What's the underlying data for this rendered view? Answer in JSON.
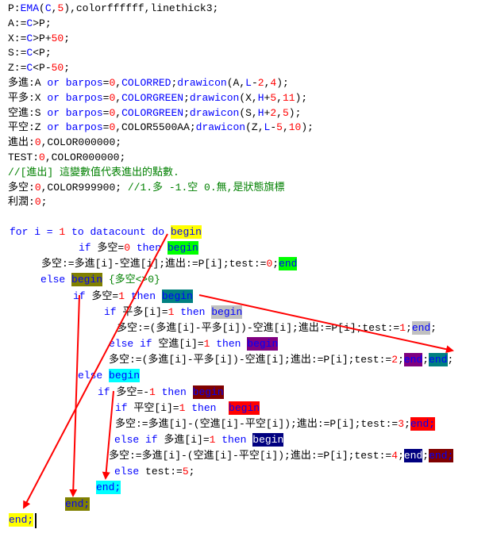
{
  "colors": {
    "keyword": "#0000ff",
    "number": "#ff0000",
    "comment": "#008000",
    "text": "#000000",
    "arrow": "#ff0000"
  },
  "lines": [
    [
      [
        "P:",
        "t"
      ],
      [
        "EMA",
        "k"
      ],
      [
        "(",
        "t"
      ],
      [
        "C",
        "k"
      ],
      [
        ",",
        "t"
      ],
      [
        "5",
        "n"
      ],
      [
        "),colorffffff,linethick3;",
        "t"
      ]
    ],
    [
      [
        "A:=",
        "t"
      ],
      [
        "C",
        "k"
      ],
      [
        ">P;",
        "t"
      ]
    ],
    [
      [
        "X:=",
        "t"
      ],
      [
        "C",
        "k"
      ],
      [
        ">P+",
        "t"
      ],
      [
        "50",
        "n"
      ],
      [
        ";",
        "t"
      ]
    ],
    [
      [
        "S:=",
        "t"
      ],
      [
        "C",
        "k"
      ],
      [
        "<P;",
        "t"
      ]
    ],
    [
      [
        "Z:=",
        "t"
      ],
      [
        "C",
        "k"
      ],
      [
        "<P-",
        "t"
      ],
      [
        "50",
        "n"
      ],
      [
        ";",
        "t"
      ]
    ],
    [
      [
        "多進:A ",
        "t"
      ],
      [
        "or barpos",
        "k"
      ],
      [
        "=",
        "t"
      ],
      [
        "0",
        "n"
      ],
      [
        ",",
        "t"
      ],
      [
        "COLORRED",
        "k"
      ],
      [
        ";",
        "t"
      ],
      [
        "drawicon",
        "k"
      ],
      [
        "(A,",
        "t"
      ],
      [
        "L",
        "k"
      ],
      [
        "-",
        "t"
      ],
      [
        "2",
        "n"
      ],
      [
        ",",
        "t"
      ],
      [
        "4",
        "n"
      ],
      [
        ");",
        "t"
      ]
    ],
    [
      [
        "平多:X ",
        "t"
      ],
      [
        "or barpos",
        "k"
      ],
      [
        "=",
        "t"
      ],
      [
        "0",
        "n"
      ],
      [
        ",",
        "t"
      ],
      [
        "COLORGREEN",
        "k"
      ],
      [
        ";",
        "t"
      ],
      [
        "drawicon",
        "k"
      ],
      [
        "(X,",
        "t"
      ],
      [
        "H",
        "k"
      ],
      [
        "+",
        "t"
      ],
      [
        "5",
        "n"
      ],
      [
        ",",
        "t"
      ],
      [
        "11",
        "n"
      ],
      [
        ");",
        "t"
      ]
    ],
    [
      [
        "空進:S ",
        "t"
      ],
      [
        "or barpos",
        "k"
      ],
      [
        "=",
        "t"
      ],
      [
        "0",
        "n"
      ],
      [
        ",",
        "t"
      ],
      [
        "COLORGREEN",
        "k"
      ],
      [
        ";",
        "t"
      ],
      [
        "drawicon",
        "k"
      ],
      [
        "(S,",
        "t"
      ],
      [
        "H",
        "k"
      ],
      [
        "+",
        "t"
      ],
      [
        "2",
        "n"
      ],
      [
        ",",
        "t"
      ],
      [
        "5",
        "n"
      ],
      [
        ");",
        "t"
      ]
    ],
    [
      [
        "平空:Z ",
        "t"
      ],
      [
        "or barpos",
        "k"
      ],
      [
        "=",
        "t"
      ],
      [
        "0",
        "n"
      ],
      [
        ",COLOR5500AA;",
        "t"
      ],
      [
        "drawicon",
        "k"
      ],
      [
        "(Z,",
        "t"
      ],
      [
        "L",
        "k"
      ],
      [
        "-",
        "t"
      ],
      [
        "5",
        "n"
      ],
      [
        ",",
        "t"
      ],
      [
        "10",
        "n"
      ],
      [
        ");",
        "t"
      ]
    ],
    [
      [
        "進出:",
        "t"
      ],
      [
        "0",
        "n"
      ],
      [
        ",COLOR000000;",
        "t"
      ]
    ],
    [
      [
        "TEST:",
        "t"
      ],
      [
        "0",
        "n"
      ],
      [
        ",COLOR000000;",
        "t"
      ]
    ],
    [
      [
        "//[進出] 這變數值代表進出的點數.",
        "c"
      ]
    ],
    [
      [
        "多空:",
        "t"
      ],
      [
        "0",
        "n"
      ],
      [
        ",COLOR999900; ",
        "t"
      ],
      [
        "//1.多 -1.空 0.無,是狀態旗標",
        "c"
      ]
    ],
    [
      [
        "利潤:",
        "t"
      ],
      [
        "0",
        "n"
      ],
      [
        ";",
        "t"
      ]
    ],
    [
      [
        "for i = ",
        "k"
      ],
      [
        "1",
        "n"
      ],
      [
        " to datacount do ",
        "k"
      ],
      [
        "begin",
        "k",
        "#ffff00"
      ]
    ],
    [
      [
        "if ",
        "k"
      ],
      [
        "多空=",
        "t"
      ],
      [
        "0",
        "n"
      ],
      [
        " then ",
        "k"
      ],
      [
        "begin",
        "k",
        "#00ff00"
      ]
    ],
    [
      [
        "多空:=多進[i]-空進[i];進出:=P[i];test:=",
        "t"
      ],
      [
        "0",
        "n"
      ],
      [
        ";",
        "t"
      ],
      [
        "end",
        "k",
        "#00ff00"
      ]
    ],
    [
      [
        "else ",
        "k"
      ],
      [
        "begin",
        "k",
        "#808000"
      ],
      [
        " {多空<>0}",
        "c"
      ]
    ],
    [
      [
        "if ",
        "k"
      ],
      [
        "多空=",
        "t"
      ],
      [
        "1",
        "n"
      ],
      [
        " then ",
        "k"
      ],
      [
        "begin",
        "k",
        "#008080"
      ]
    ],
    [
      [
        "if ",
        "k"
      ],
      [
        "平多[i]=",
        "t"
      ],
      [
        "1",
        "n"
      ],
      [
        " then ",
        "k"
      ],
      [
        "begin",
        "k",
        "#c0c0c0"
      ]
    ],
    [
      [
        "多空:=(多進[i]-平多[i])-空進[i];進出:=P[i];test:=",
        "t"
      ],
      [
        "1",
        "n"
      ],
      [
        ";",
        "t"
      ],
      [
        "end",
        "k",
        "#c0c0c0"
      ],
      [
        ";",
        "t"
      ]
    ],
    [
      [
        "else if ",
        "k"
      ],
      [
        "空進[i]=",
        "t"
      ],
      [
        "1",
        "n"
      ],
      [
        " then ",
        "k"
      ],
      [
        "begin",
        "k",
        "#800080"
      ]
    ],
    [
      [
        "多空:=(多進[i]-平多[i])-空進[i];進出:=P[i];test:=",
        "t"
      ],
      [
        "2",
        "n"
      ],
      [
        ";",
        "t"
      ],
      [
        "end",
        "k",
        "#800080"
      ],
      [
        ";",
        "t"
      ],
      [
        "end",
        "k",
        "#008080"
      ],
      [
        ";",
        "t"
      ]
    ],
    [
      [
        "else ",
        "k"
      ],
      [
        "begin",
        "k",
        "#00ffff"
      ]
    ],
    [
      [
        "if ",
        "k"
      ],
      [
        "多空=-",
        "t"
      ],
      [
        "1",
        "n"
      ],
      [
        " then ",
        "k"
      ],
      [
        "begin",
        "k",
        "#800000"
      ]
    ],
    [
      [
        "if ",
        "k"
      ],
      [
        "平空[i]=",
        "t"
      ],
      [
        "1",
        "n"
      ],
      [
        " then  ",
        "k"
      ],
      [
        "begin",
        "k",
        "#ff0000"
      ]
    ],
    [
      [
        "多空:=多進[i]-(空進[i]-平空[i]);進出:=P[i];test:=",
        "t"
      ],
      [
        "3",
        "n"
      ],
      [
        ";",
        "t"
      ],
      [
        "end;",
        "k",
        "#ff0000"
      ]
    ],
    [
      [
        "else if ",
        "k"
      ],
      [
        "多進[i]=",
        "t"
      ],
      [
        "1",
        "n"
      ],
      [
        " then ",
        "k"
      ],
      [
        "begin",
        "w",
        "#000080"
      ]
    ],
    [
      [
        "多空:=多進[i]-(空進[i]-平空[i]);進出:=P[i];test:=",
        "t"
      ],
      [
        "4",
        "n"
      ],
      [
        ";",
        "t"
      ],
      [
        "end",
        "w",
        "#000080"
      ],
      [
        ";",
        "t"
      ],
      [
        "end;",
        "k",
        "#800000"
      ]
    ],
    [
      [
        "else ",
        "k"
      ],
      [
        "test:=",
        "t"
      ],
      [
        "5",
        "n"
      ],
      [
        ";",
        "t"
      ]
    ],
    [
      [
        "end;",
        "k",
        "#00ffff"
      ]
    ],
    [
      [
        "end;",
        "k",
        "#808000"
      ]
    ],
    [
      [
        "end;",
        "k",
        "#ffff00"
      ]
    ]
  ]
}
